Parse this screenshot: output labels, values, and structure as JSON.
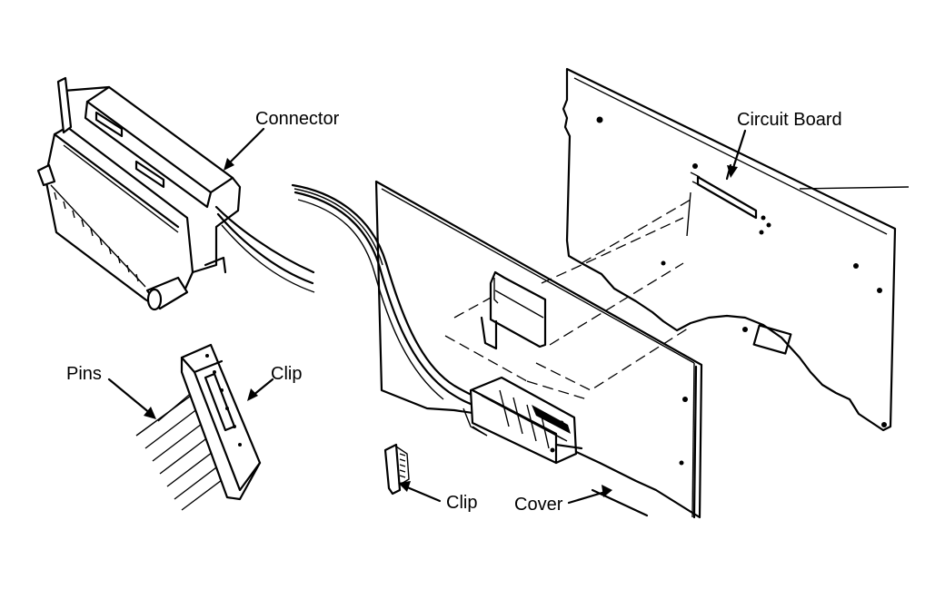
{
  "labels": {
    "connector": "Connector",
    "circuit_board": "Circuit Board",
    "pins": "Pins",
    "clip_upper": "Clip",
    "clip_lower": "Clip",
    "cover": "Cover"
  }
}
